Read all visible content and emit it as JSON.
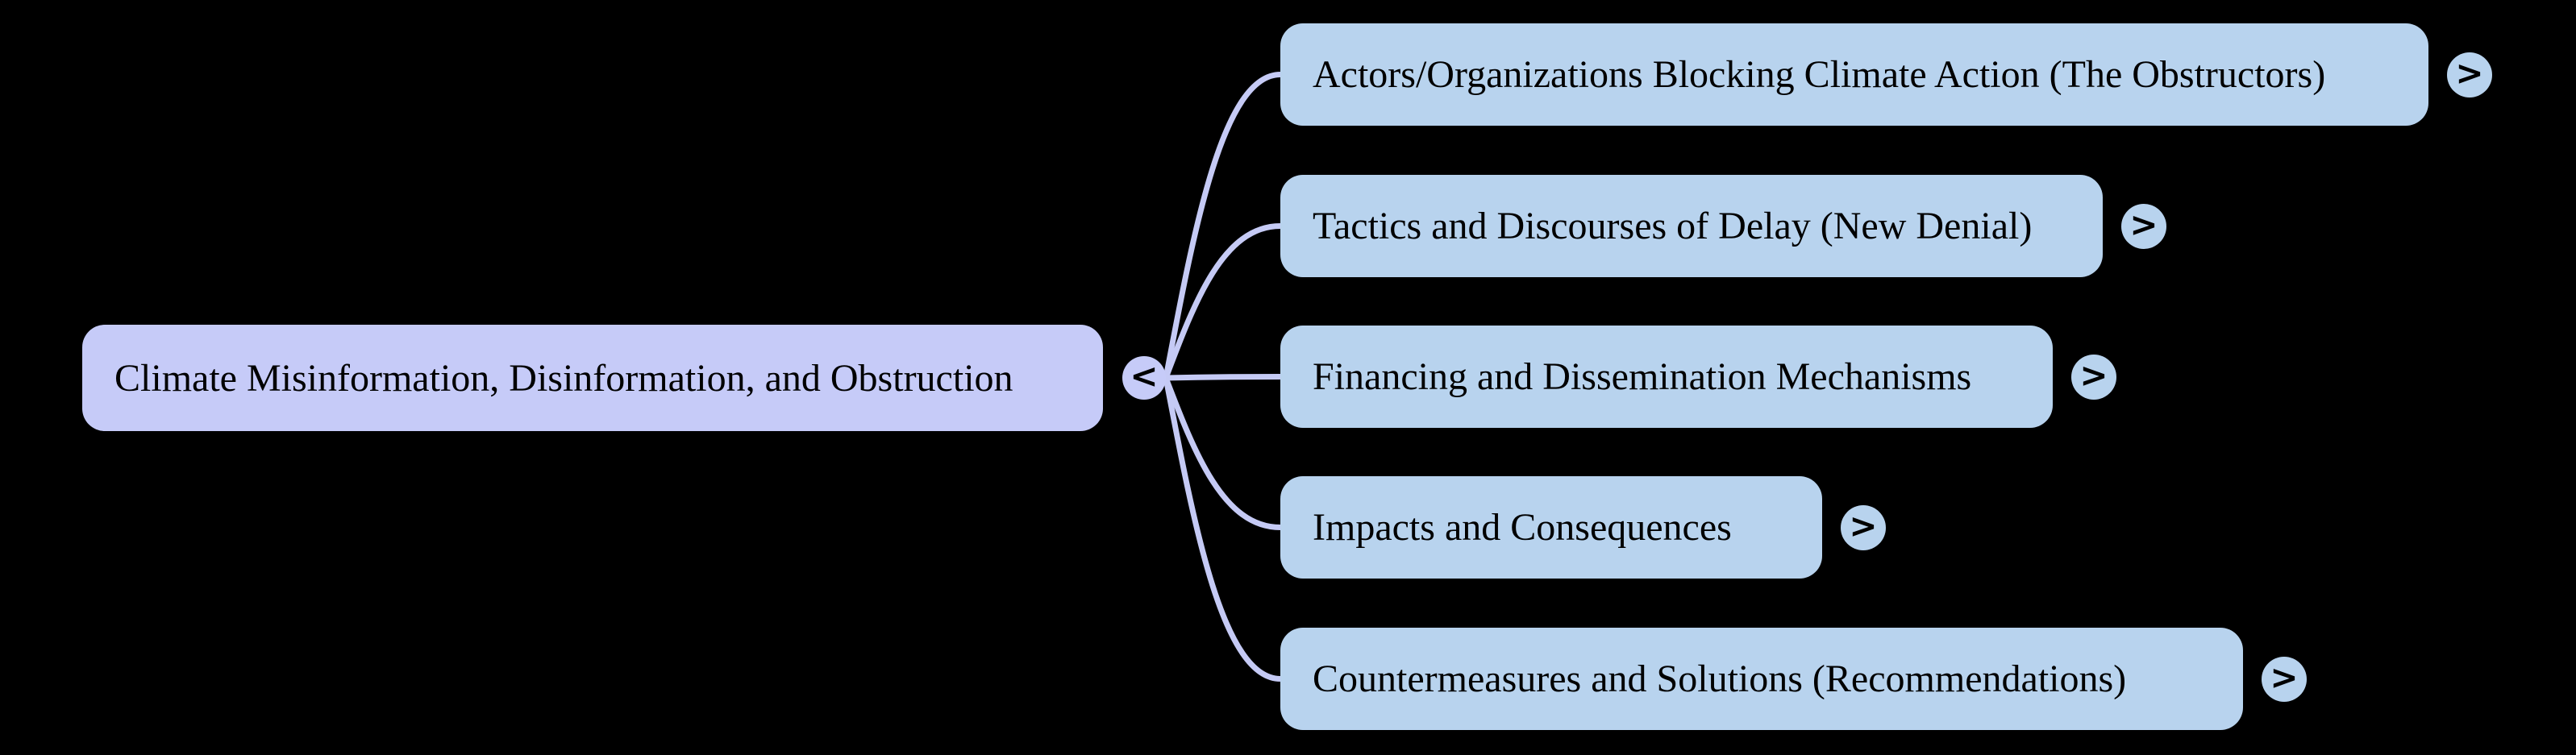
{
  "mindmap": {
    "root": {
      "label": "Climate Misinformation, Disinformation, and Obstruction",
      "collapse_glyph": "<"
    },
    "children": [
      {
        "label": "Actors/Organizations Blocking Climate Action (The Obstructors)",
        "expand_glyph": ">"
      },
      {
        "label": "Tactics and Discourses of Delay (New Denial)",
        "expand_glyph": ">"
      },
      {
        "label": "Financing and Dissemination Mechanisms",
        "expand_glyph": ">"
      },
      {
        "label": "Impacts and Consequences",
        "expand_glyph": ">"
      },
      {
        "label": "Countermeasures and Solutions (Recommendations)",
        "expand_glyph": ">"
      }
    ],
    "colors": {
      "background": "#000000",
      "root_node_fill": "#c6cbf8",
      "child_node_fill": "#b8d3ee",
      "link_stroke": "#c5caf5",
      "text": "#000000"
    }
  }
}
